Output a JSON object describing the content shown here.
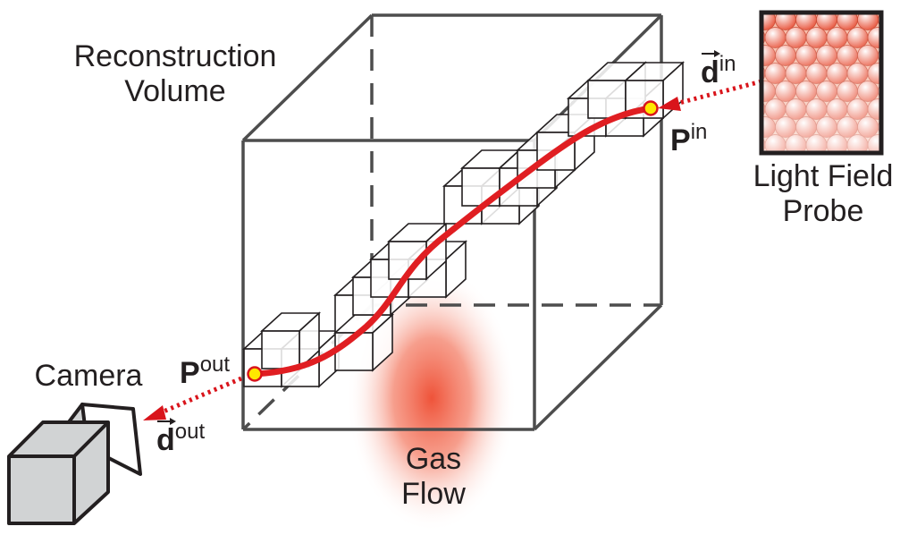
{
  "labels": {
    "reconstruction_volume": [
      "Reconstruction",
      "Volume"
    ],
    "light_field_probe": [
      "Light Field",
      "Probe"
    ],
    "camera": "Camera",
    "gas_flow": [
      "Gas",
      "Flow"
    ]
  },
  "symbols": {
    "p_out": {
      "base": "P",
      "sup": "out"
    },
    "p_in": {
      "base": "P",
      "sup": "in"
    },
    "d_out": {
      "base": "d",
      "sup": "out"
    },
    "d_in": {
      "base": "d",
      "sup": "in"
    }
  },
  "colors": {
    "ray_path": "#e01e22",
    "ray_dotted": "#d9141b",
    "endpoint_fill": "#ffe800",
    "gas_flow": "#ee4a2f",
    "probe_red": "#ef5a3a",
    "line": "#4d4d4d",
    "camera_gray": "#d1d3d4"
  }
}
